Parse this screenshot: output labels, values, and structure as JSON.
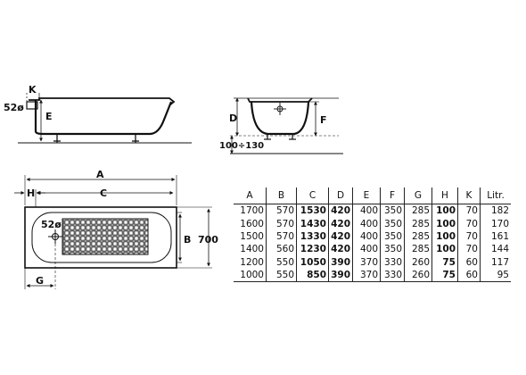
{
  "side_view": {
    "labels": {
      "k": "K",
      "pipe": "52ø",
      "e": "E"
    }
  },
  "end_view": {
    "labels": {
      "d": "D",
      "f": "F",
      "leg_range": "100÷130"
    }
  },
  "top_view": {
    "labels": {
      "a": "A",
      "c": "C",
      "h": "H",
      "b": "B",
      "width": "700",
      "drain": "52ø",
      "g": "G"
    }
  },
  "table": {
    "headers": [
      "A",
      "B",
      "C",
      "D",
      "E",
      "F",
      "G",
      "H",
      "K",
      "Litr."
    ],
    "bold_columns": [
      2,
      3,
      7
    ],
    "rows": [
      [
        "1700",
        "570",
        "1530",
        "420",
        "400",
        "350",
        "285",
        "100",
        "70",
        "182"
      ],
      [
        "1600",
        "570",
        "1430",
        "420",
        "400",
        "350",
        "285",
        "100",
        "70",
        "170"
      ],
      [
        "1500",
        "570",
        "1330",
        "420",
        "400",
        "350",
        "285",
        "100",
        "70",
        "161"
      ],
      [
        "1400",
        "560",
        "1230",
        "420",
        "400",
        "350",
        "285",
        "100",
        "70",
        "144"
      ],
      [
        "1200",
        "550",
        "1050",
        "390",
        "370",
        "330",
        "260",
        "75",
        "60",
        "117"
      ],
      [
        "1000",
        "550",
        "850",
        "390",
        "370",
        "330",
        "260",
        "75",
        "60",
        "95"
      ]
    ]
  }
}
